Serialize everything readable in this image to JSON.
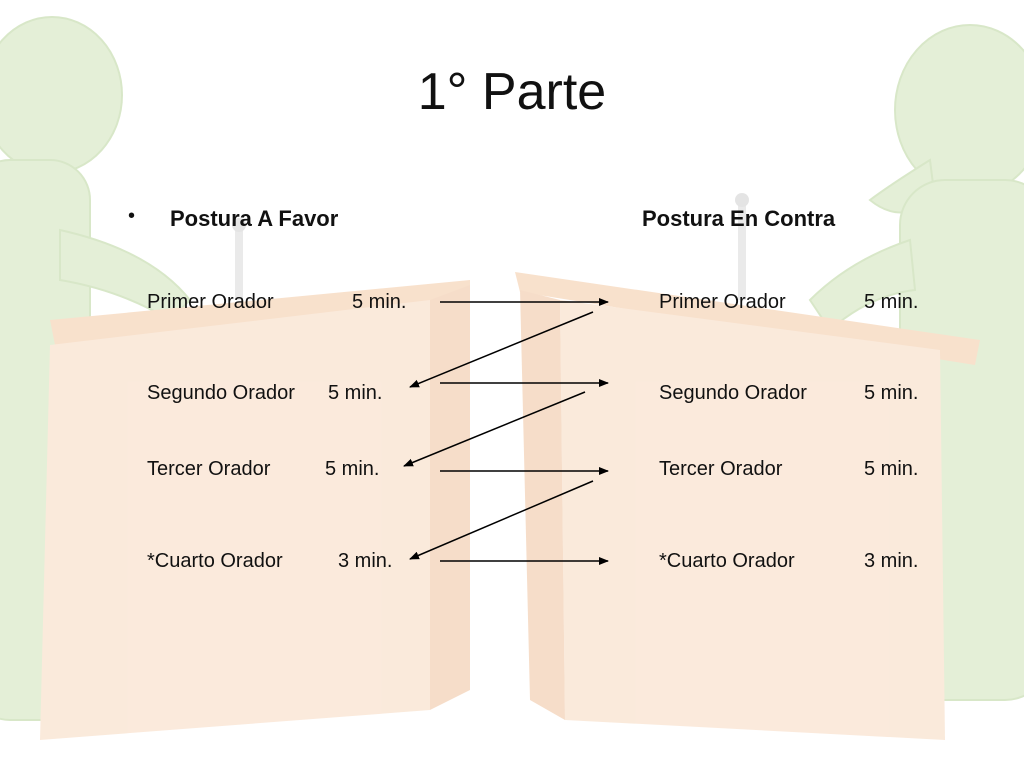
{
  "slide": {
    "title": "1° Parte",
    "bullet_char": "•",
    "left_heading": "Postura A Favor",
    "right_heading": "Postura En  Contra",
    "left_column": [
      {
        "label": "Primer Orador",
        "time": "5 min."
      },
      {
        "label": "Segundo Orador",
        "time": "5 min."
      },
      {
        "label": "Tercer Orador",
        "time": "5 min."
      },
      {
        "label": "*Cuarto Orador",
        "time": "3 min."
      }
    ],
    "right_column": [
      {
        "label": "Primer Orador",
        "time": "5 min."
      },
      {
        "label": "Segundo Orador",
        "time": "5 min."
      },
      {
        "label": "Tercer Orador",
        "time": "5 min."
      },
      {
        "label": "*Cuarto Orador",
        "time": "3 min."
      }
    ]
  },
  "background": {
    "icon_left": "speaker-figure-icon",
    "icon_right": "speaker-figure-icon",
    "podium_color": "#f7d9bf",
    "figure_color": "#cfe3b8"
  }
}
